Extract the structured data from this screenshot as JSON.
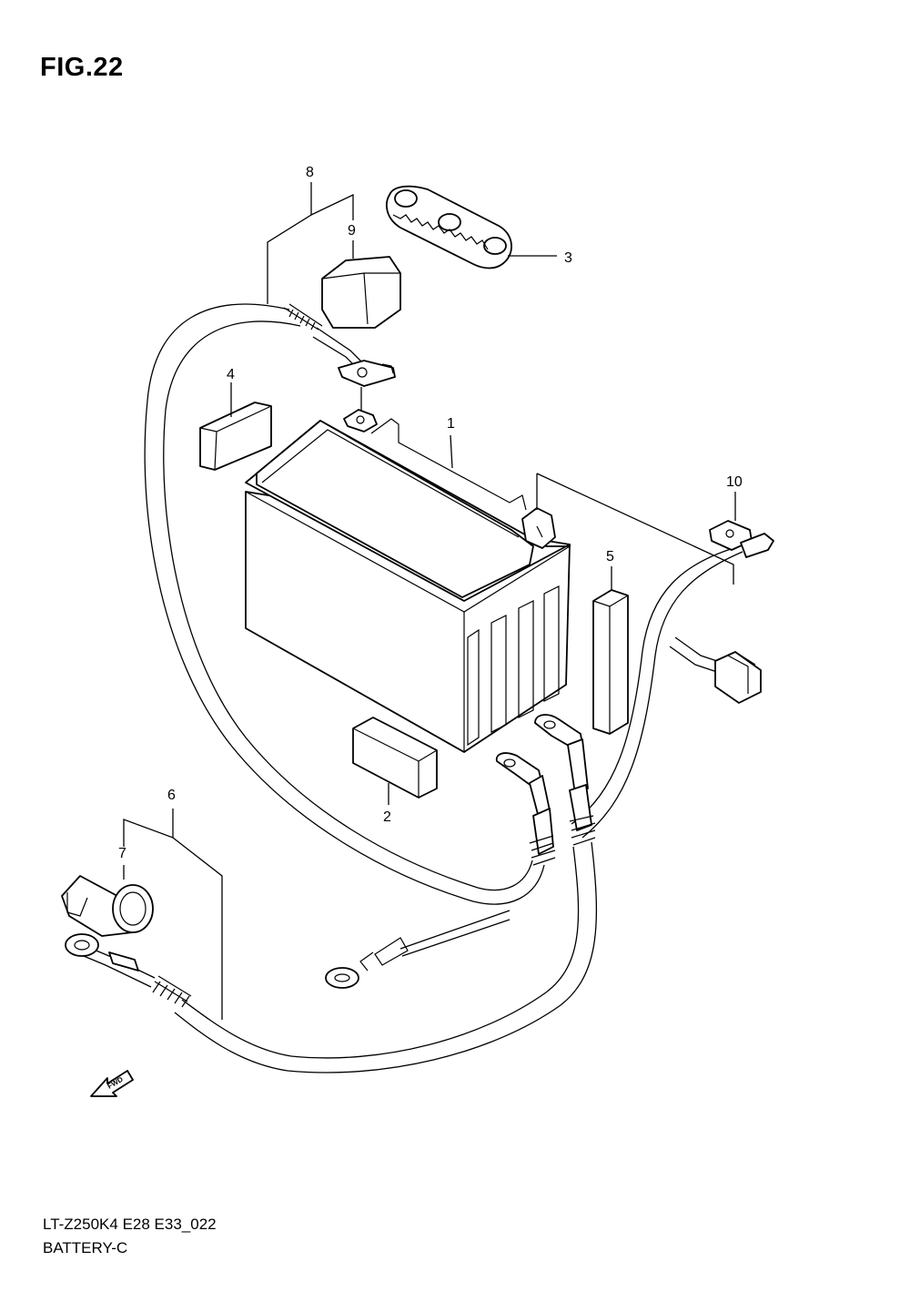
{
  "figure": {
    "title": "FIG.22",
    "model_code": "LT-Z250K4 E28 E33_022",
    "group_name": "BATTERY-C"
  },
  "callouts": {
    "c1": "1",
    "c2": "2",
    "c3": "3",
    "c4": "4",
    "c5": "5",
    "c6": "6",
    "c7": "7",
    "c8": "8",
    "c9": "9",
    "c10": "10"
  },
  "fwd_label": "FWD"
}
